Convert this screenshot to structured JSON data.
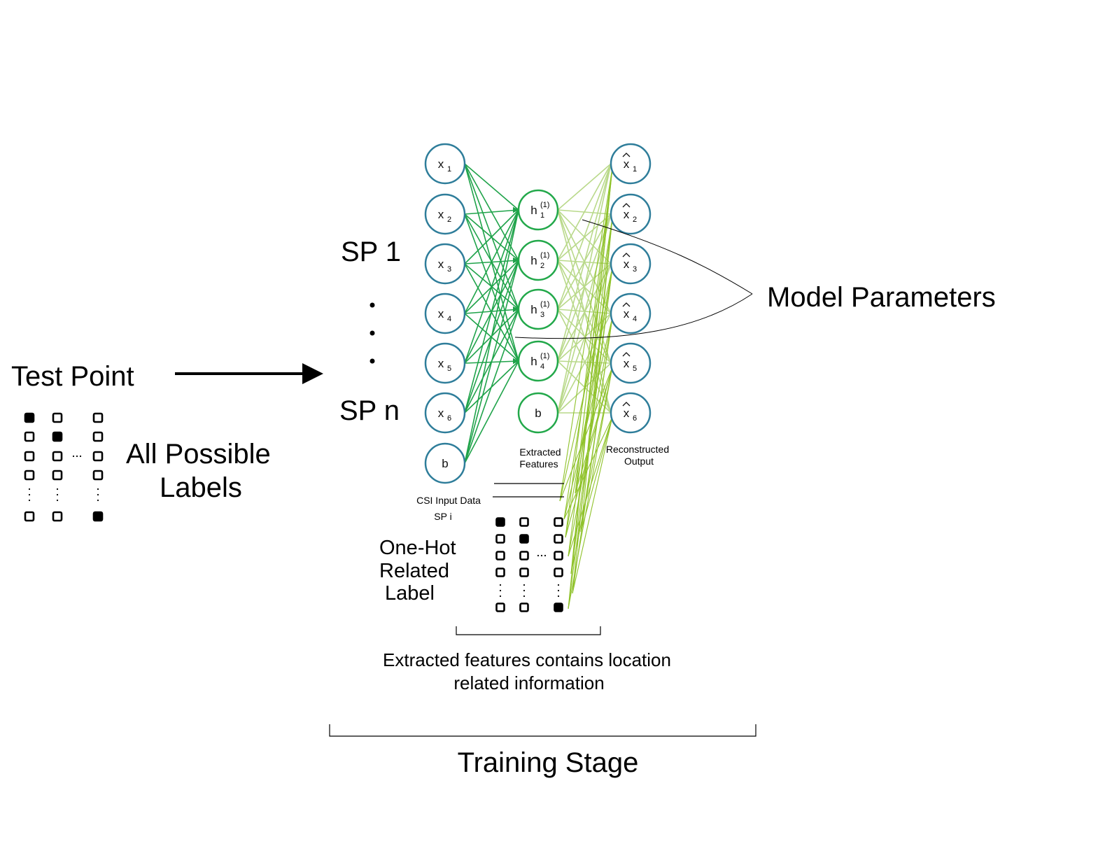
{
  "left": {
    "test_point_label": "Test Point",
    "all_labels_label_line1": "All Possible",
    "all_labels_label_line2": "Labels"
  },
  "sp": {
    "first": "SP 1",
    "last": "SP n"
  },
  "network": {
    "input_nodes": [
      {
        "base": "x",
        "sub": "1"
      },
      {
        "base": "x",
        "sub": "2"
      },
      {
        "base": "x",
        "sub": "3"
      },
      {
        "base": "x",
        "sub": "4"
      },
      {
        "base": "x",
        "sub": "5"
      },
      {
        "base": "x",
        "sub": "6"
      },
      {
        "base": "b",
        "sub": ""
      }
    ],
    "hidden_nodes": [
      {
        "base": "h",
        "sub": "1",
        "sup": "(1)"
      },
      {
        "base": "h",
        "sub": "2",
        "sup": "(1)"
      },
      {
        "base": "h",
        "sub": "3",
        "sup": "(1)"
      },
      {
        "base": "h",
        "sub": "4",
        "sup": "(1)"
      },
      {
        "base": "b",
        "sub": "",
        "sup": ""
      }
    ],
    "output_nodes": [
      {
        "base": "x",
        "sub": "1"
      },
      {
        "base": "x",
        "sub": "2"
      },
      {
        "base": "x",
        "sub": "3"
      },
      {
        "base": "x",
        "sub": "4"
      },
      {
        "base": "x",
        "sub": "5"
      },
      {
        "base": "x",
        "sub": "6"
      }
    ],
    "input_caption_line1": "CSI Input Data",
    "input_caption_line2": "SP i",
    "hidden_caption_line1": "Extracted",
    "hidden_caption_line2": "Features",
    "output_caption_line1": "Reconstructed",
    "output_caption_line2": "Output",
    "input_color": "#2e7d9a",
    "hidden_color": "#22a84a",
    "output_color": "#2e7d9a",
    "edge_green": "#1fa34a",
    "edge_light": "#b9d98a",
    "edge_label": "#8fc22a"
  },
  "model_parameters_label": "Model Parameters",
  "one_hot": {
    "line1": "One-Hot",
    "line2": "Related",
    "line3": "Label"
  },
  "features_note_line1": "Extracted features contains location",
  "features_note_line2": "related information",
  "stage_label": "Training Stage"
}
